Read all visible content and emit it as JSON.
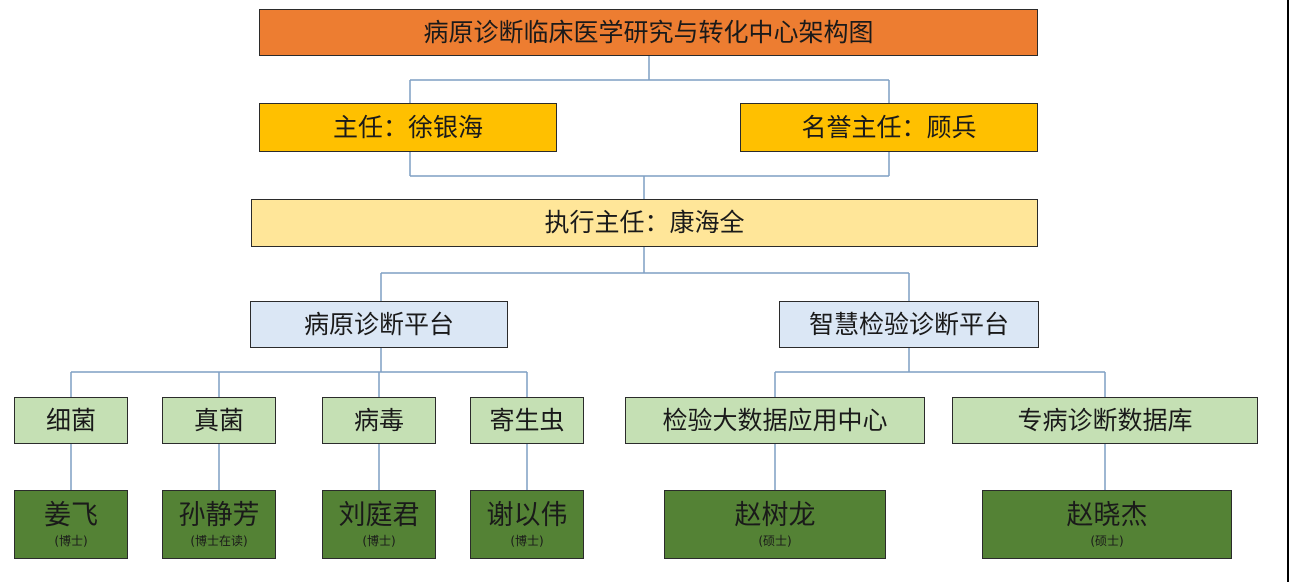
{
  "title": "病原诊断临床医学研究与转化中心架构图",
  "director": "主任：徐银海",
  "honorary_director": "名誉主任：顾兵",
  "executive_director": "执行主任：康海全",
  "platforms": [
    {
      "name": "病原诊断平台",
      "units": [
        {
          "name": "细菌",
          "person": "姜飞",
          "degree": "(博士)"
        },
        {
          "name": "真菌",
          "person": "孙静芳",
          "degree": "(博士在读)"
        },
        {
          "name": "病毒",
          "person": "刘庭君",
          "degree": "(博士)"
        },
        {
          "name": "寄生虫",
          "person": "谢以伟",
          "degree": "(博士)"
        }
      ]
    },
    {
      "name": "智慧检验诊断平台",
      "units": [
        {
          "name": "检验大数据应用中心",
          "person": "赵树龙",
          "degree": "(硕士)"
        },
        {
          "name": "专病诊断数据库",
          "person": "赵晓杰",
          "degree": "(硕士)"
        }
      ]
    }
  ],
  "colors": {
    "title": "#ed7d31",
    "director": "#ffc000",
    "executive": "#ffe699",
    "platform": "#dbe7f5",
    "unit": "#c5e0b4",
    "person": "#548235",
    "connector": "#7f9fc4"
  }
}
